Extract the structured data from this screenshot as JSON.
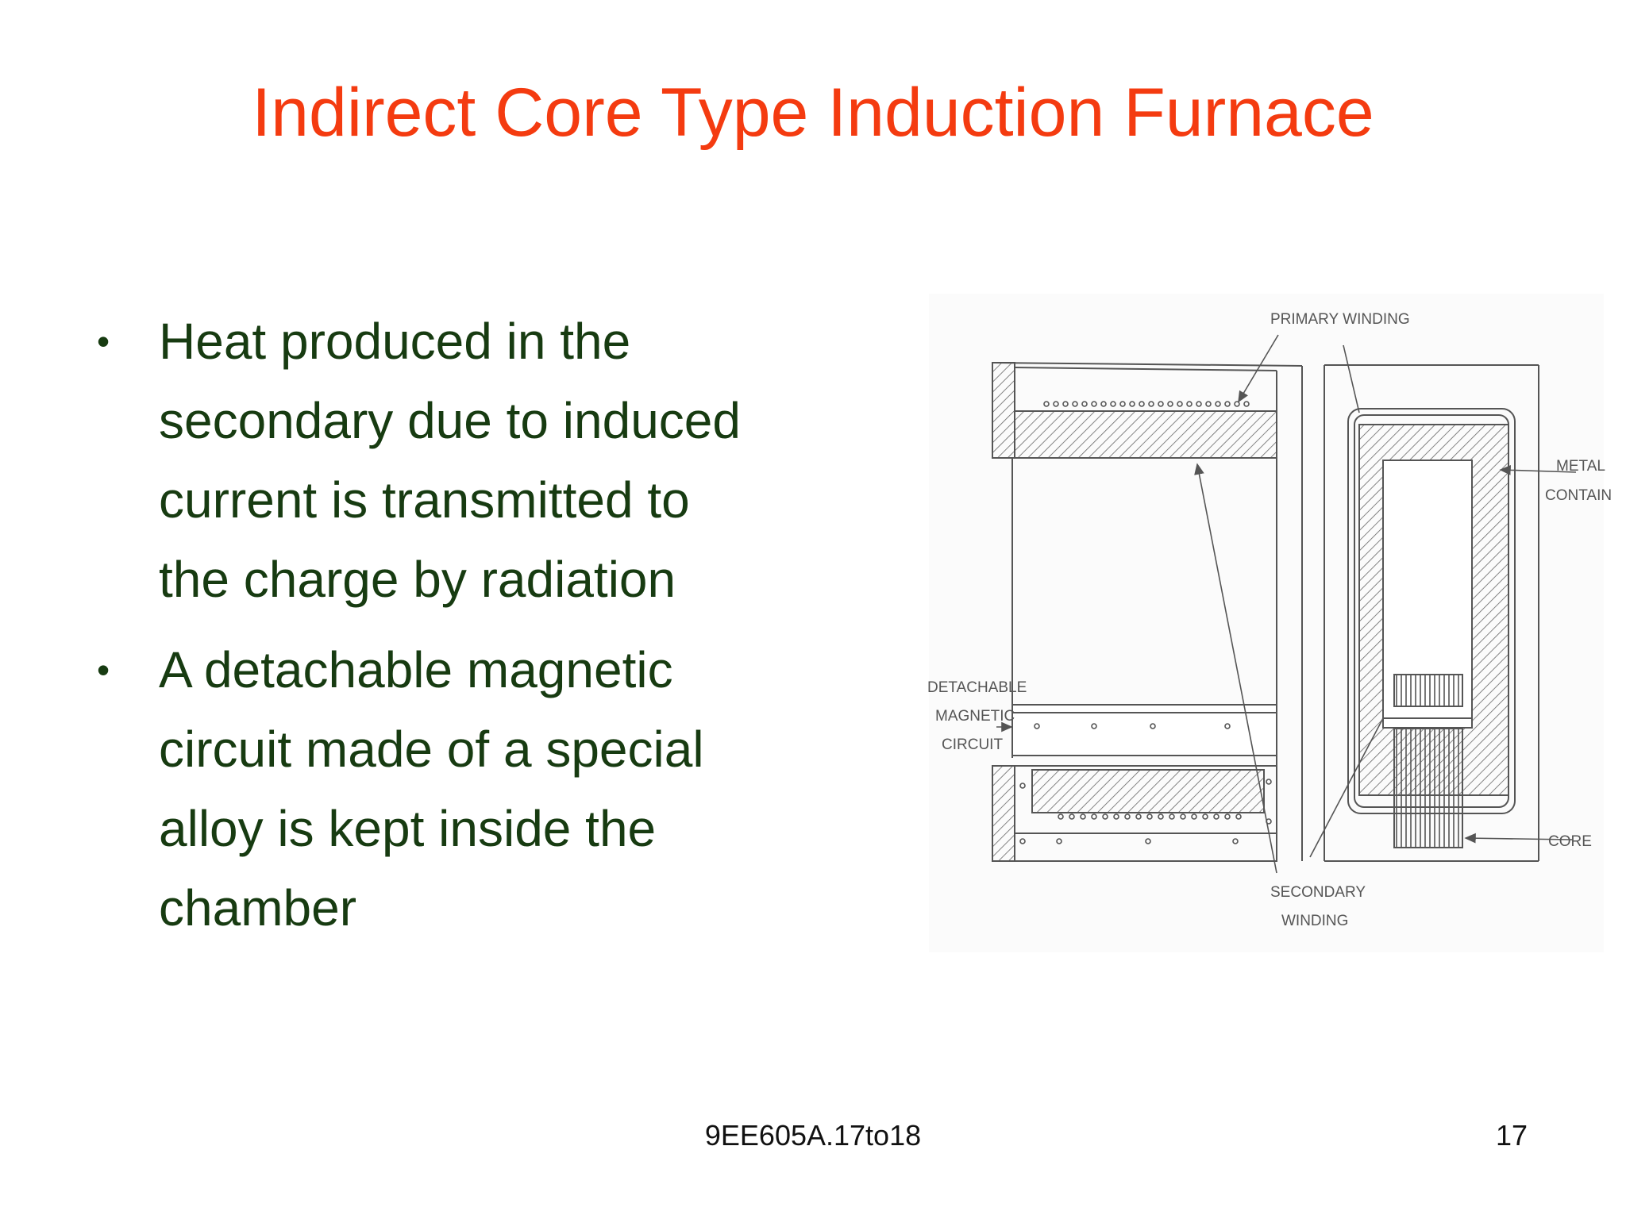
{
  "slide": {
    "title": "Indirect Core Type Induction Furnace",
    "bullets": [
      {
        "lines": [
          "Heat produced in the",
          "secondary due to induced",
          "current is transmitted to",
          "the charge by radiation"
        ]
      },
      {
        "lines": [
          "A detachable  magnetic",
          "circuit made of a special",
          "alloy is kept inside the",
          "chamber"
        ]
      }
    ],
    "bullet_symbol": "•",
    "footer": "9EE605A.17to18",
    "page_number": "17"
  },
  "diagram": {
    "labels": {
      "primary_winding": "PRIMARY WINDING",
      "metal_container_1": "METAL",
      "metal_container_2": "CONTAINER",
      "detachable_1": "DETACHABLE",
      "detachable_2": "MAGNETIC",
      "detachable_3": "CIRCUIT",
      "core": "CORE",
      "secondary_1": "SECONDARY",
      "secondary_2": "WINDING"
    }
  },
  "colors": {
    "title": "#f43b10",
    "body_text": "#173b11",
    "diagram_line": "#555555"
  }
}
